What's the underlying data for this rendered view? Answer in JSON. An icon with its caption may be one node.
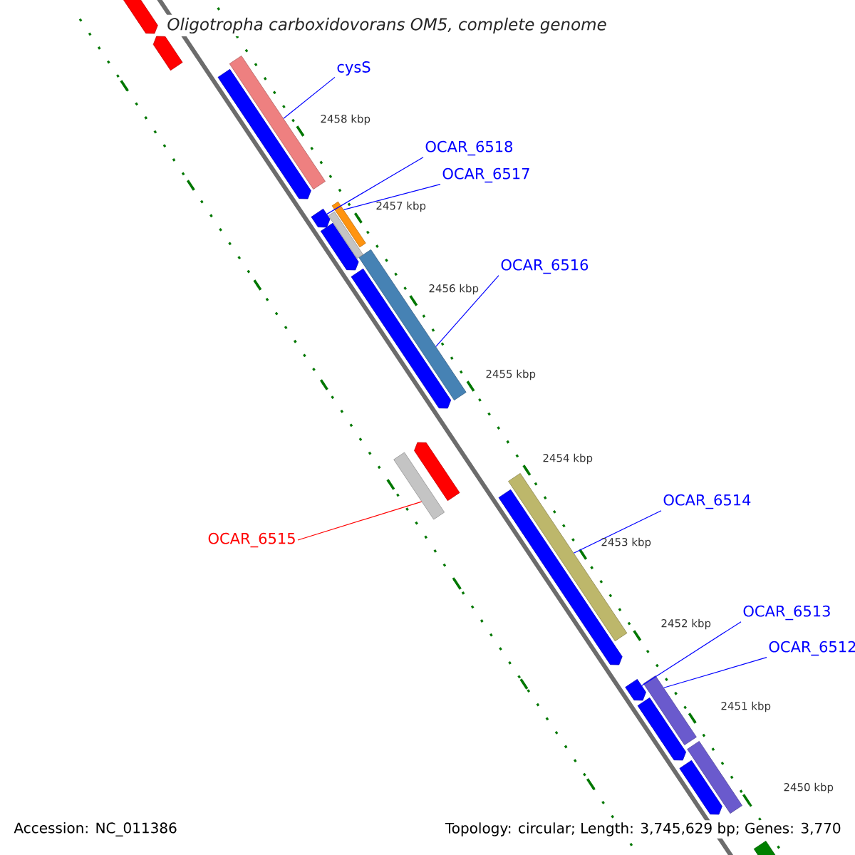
{
  "diagram": {
    "title": "Oligotropha carboxidovorans OM5, complete genome",
    "nodes": [
      {
        "text": [
          "cysS"
        ]
      },
      {
        "text": [
          "OCAR_6518"
        ]
      },
      {
        "text": [
          "OCAR_6517"
        ]
      },
      {
        "text": [
          "OCAR_6516"
        ]
      },
      {
        "text": [
          "OCAR_6515"
        ]
      },
      {
        "text": [
          "OCAR_6514"
        ]
      },
      {
        "text": [
          "OCAR_6513"
        ]
      },
      {
        "text": [
          "OCAR_6512"
        ]
      },
      {
        "text": [],
        "shape": "bar"
      },
      {
        "text": [],
        "shape": "arrow"
      },
      {
        "text": [],
        "shape": "bar"
      },
      {
        "text": [],
        "shape": "bar"
      },
      {
        "text": [],
        "shape": "bar"
      },
      {
        "text": [],
        "shape": "bar"
      },
      {
        "text": [],
        "shape": "arrow"
      },
      {
        "text": [],
        "shape": "bar"
      },
      {
        "text": [],
        "shape": "arrow"
      },
      {
        "text": [],
        "shape": "arrow"
      },
      {
        "text": [],
        "shape": "arrow"
      },
      {
        "text": [],
        "shape": "bar"
      },
      {
        "text": [],
        "shape": "arrow"
      },
      {
        "text": [],
        "shape": "arrow"
      },
      {
        "text": [],
        "shape": "arrow"
      },
      {
        "text": [],
        "shape": "arrow"
      },
      {
        "text": [],
        "shape": "arrow"
      },
      {
        "text": [],
        "shape": "bar"
      },
      {
        "text": [],
        "shape": "arrow"
      },
      {
        "text": [],
        "shape": "bar"
      }
    ],
    "edges": [
      {
        "from": 0,
        "to": 8,
        "arrow": "none"
      },
      {
        "from": 1,
        "to": 9,
        "arrow": "none"
      },
      {
        "from": 2,
        "to": 10,
        "arrow": "none"
      },
      {
        "from": 3,
        "to": 11,
        "arrow": "none"
      },
      {
        "from": 4,
        "to": 12,
        "arrow": "none",
        "color": "#ff0000"
      },
      {
        "from": 5,
        "to": 13,
        "arrow": "none"
      },
      {
        "from": 6,
        "to": 14,
        "arrow": "none"
      },
      {
        "from": 7,
        "to": 15,
        "arrow": "none"
      }
    ],
    "labels": [
      "2458 kbp",
      "2457 kbp",
      "2456 kbp",
      "2455 kbp",
      "2454 kbp",
      "2453 kbp",
      "2452 kbp",
      "2451 kbp",
      "2450 kbp",
      "Accession: NC_011386",
      "Topology: circular; Length: 3,745,629 bp; Genes: 3,770"
    ]
  }
}
